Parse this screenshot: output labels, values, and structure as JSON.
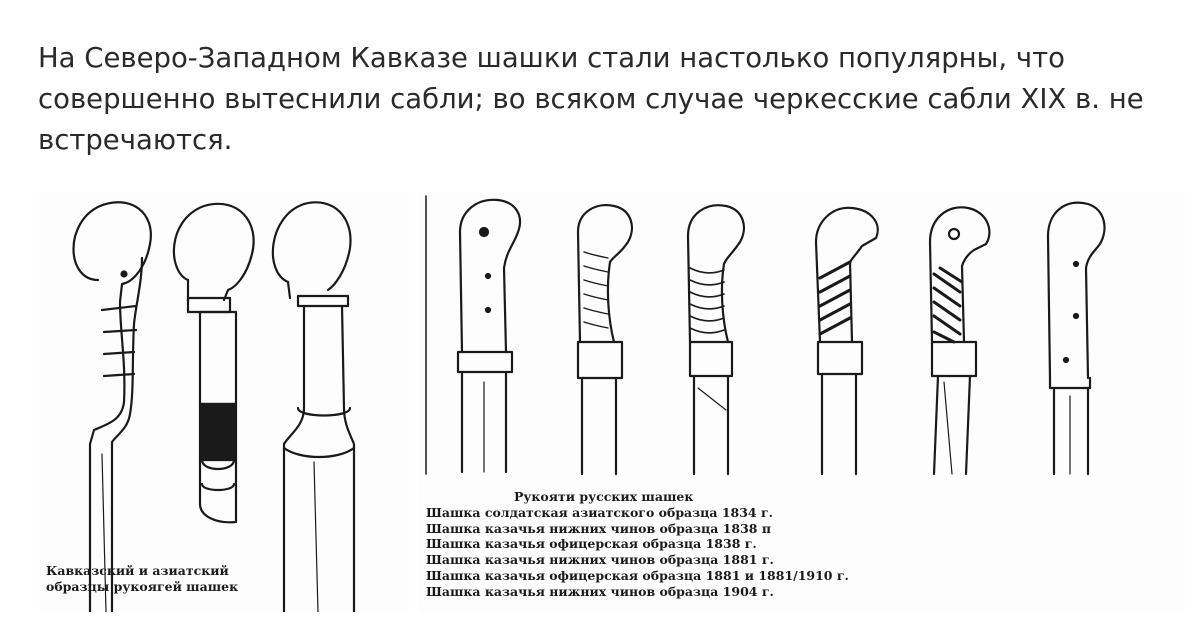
{
  "article": {
    "paragraph": "На Северо-Западном Кавказе шашки стали настолько популярны, что совершенно вытеснили сабли; во всяком случае черкесские сабли XIX в. не встречаются."
  },
  "figure_left": {
    "caption_lines": [
      "Кавказский и азиатский",
      "образцы рукоягей шашек"
    ]
  },
  "figure_right": {
    "caption_title": "Рукояти русских шашек",
    "caption_lines": [
      "Шашка солдатская азиатского образца 1834 г.",
      "Шашка казачья нижних чинов образца 1838 п",
      "Шашка казачья офицерская образца 1838 г.",
      "Шашка казачья нижних чинов образца 1881 г.",
      "Шашка казачья офицерская образца 1881 и 1881/1910 г.",
      "Шашка казачья нижних чинов образца 1904 г."
    ]
  }
}
